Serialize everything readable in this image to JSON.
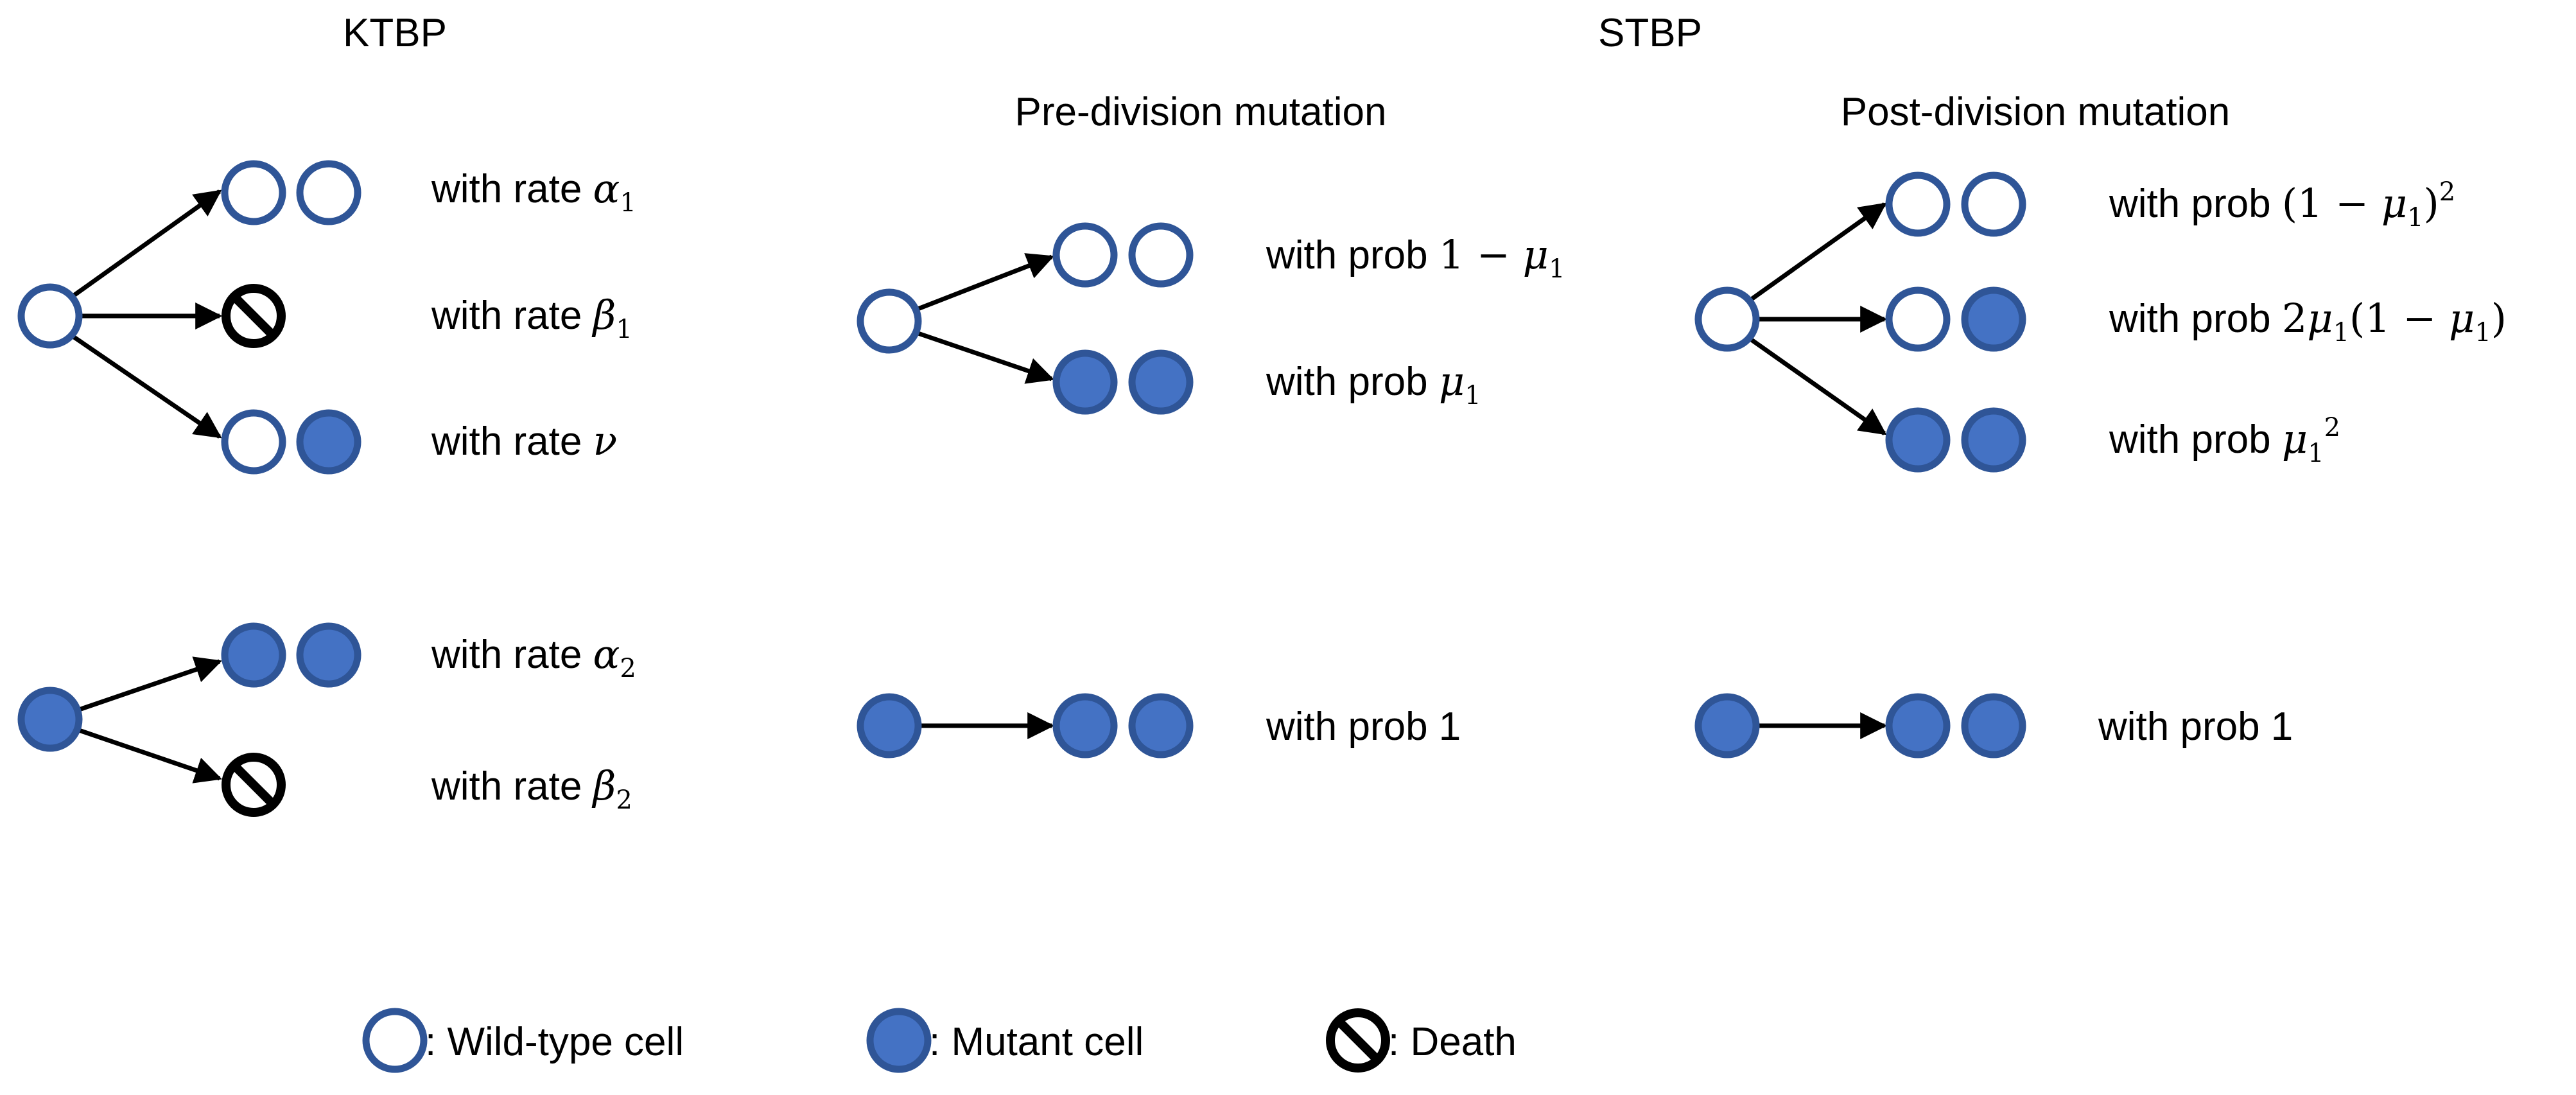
{
  "headers": {
    "ktbp": "KTBP",
    "stbp": "STBP",
    "pre_division": "Pre-division mutation",
    "post_division": "Post-division mutation"
  },
  "ktbp_wild_labels": [
    {
      "prefix": "with rate ",
      "symbol": "α",
      "sub": "1"
    },
    {
      "prefix": "with rate ",
      "symbol": "β",
      "sub": "1"
    },
    {
      "prefix": "with rate ",
      "symbol": "ν",
      "sub": ""
    }
  ],
  "ktbp_mutant_labels": [
    {
      "prefix": "with rate ",
      "symbol": "α",
      "sub": "2"
    },
    {
      "prefix": "with rate ",
      "symbol": "β",
      "sub": "2"
    }
  ],
  "pre_division_labels": {
    "prob_one_minus_mu": {
      "prefix": "with prob ",
      "one": "1",
      "minus": " − ",
      "symbol": "μ",
      "sub": "1"
    },
    "prob_mu": {
      "prefix": "with prob ",
      "symbol": "μ",
      "sub": "1"
    },
    "prob_one": "with prob 1"
  },
  "post_division_labels": {
    "prob_sq": {
      "prefix": "with prob ",
      "open": "(1 − ",
      "symbol": "μ",
      "sub": "1",
      "close": ")",
      "sup": "2"
    },
    "prob_two": {
      "prefix": "with prob ",
      "two": "2",
      "symbol": "μ",
      "sub": "1",
      "open": "(1 − ",
      "symbol2": "μ",
      "sub2": "1",
      "close": ")"
    },
    "prob_mu_sq": {
      "prefix": "with prob ",
      "symbol": "μ",
      "sub": "1",
      "sup": "2"
    },
    "prob_one": "with prob 1"
  },
  "legend": {
    "wild": ": Wild-type cell",
    "mutant": ": Mutant cell",
    "death": ": Death"
  },
  "colors": {
    "mutant_fill": "#4472c4",
    "cell_outline": "#2f5597",
    "death": "#000000"
  }
}
